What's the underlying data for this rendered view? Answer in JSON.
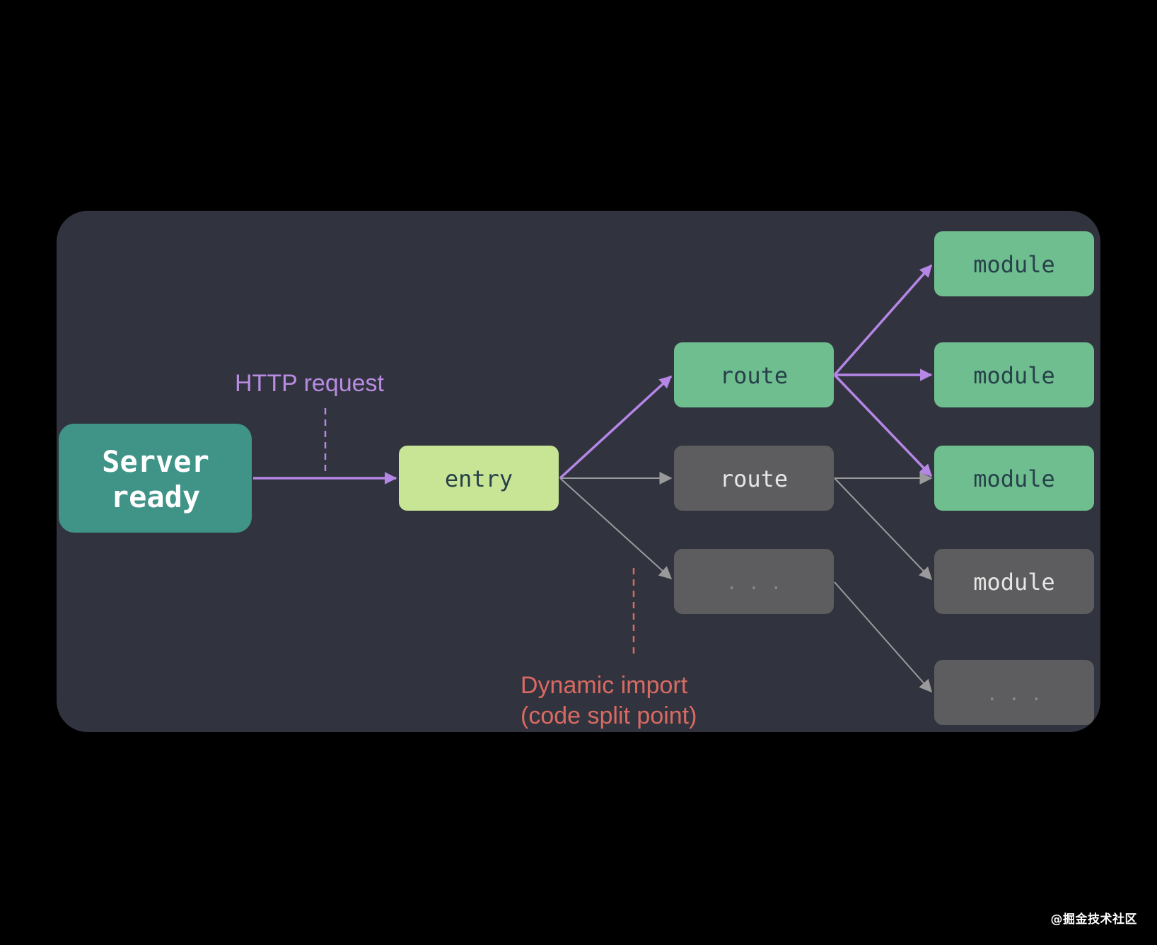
{
  "labels": {
    "http_request": "HTTP request",
    "dynamic_import_line1": "Dynamic import",
    "dynamic_import_line2": "(code split point)"
  },
  "nodes": {
    "server_line1": "Server",
    "server_line2": "ready",
    "entry": "entry",
    "route_active": "route",
    "route_inactive": "route",
    "ellipsis_mid": ". . .",
    "module_1": "module",
    "module_2": "module",
    "module_3": "module",
    "module_4": "module",
    "ellipsis_bottom": ". . ."
  },
  "watermark": "@掘金技术社区",
  "colors": {
    "background": "#000000",
    "panel": "#31343e",
    "server_fill": "#3f9487",
    "entry_fill": "#c8e596",
    "active_fill": "#6fbe8f",
    "inactive_fill": "#5d5d5f",
    "active_arrow": "#b686e6",
    "inactive_arrow": "#9a9a9c",
    "http_label": "#b98be2",
    "dynamic_label": "#d96a62",
    "dark_text": "#27414a",
    "light_text": "#e6e6e6"
  }
}
